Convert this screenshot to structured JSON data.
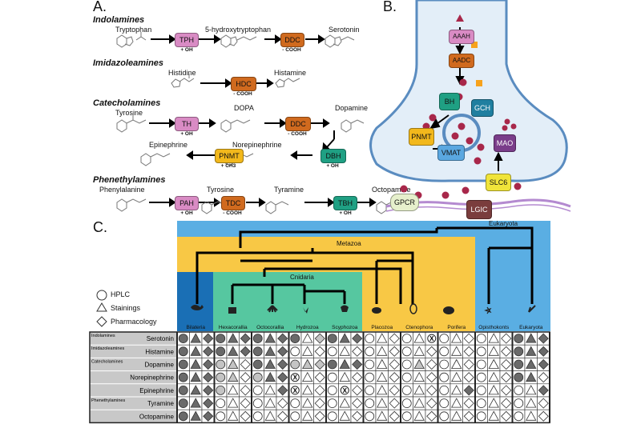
{
  "panel_labels": {
    "a": "A.",
    "b": "B.",
    "c": "C."
  },
  "panel_a": {
    "sections": {
      "indolamines": "Indolamines",
      "imidazoleamines": "Imidazoleamines",
      "catecholamines": "Catecholamines",
      "phenethylamines": "Phenethylamines"
    },
    "molecules": {
      "tryptophan": "Tryptophan",
      "hydroxytryptophan": "5-hydroxytryptophan",
      "serotonin": "Serotonin",
      "histidine": "Histidine",
      "histamine": "Histamine",
      "tyrosine": "Tyrosine",
      "dopa": "DOPA",
      "dopamine": "Dopamine",
      "norepinephrine": "Norepinephrine",
      "epinephrine": "Epinephrine",
      "phenylalanine": "Phenylalanine",
      "tyrosine2": "Tyrosine",
      "tyramine": "Tyramine",
      "octopamine": "Octopamine"
    },
    "enzymes": {
      "tph": "TPH",
      "ddc1": "DDC",
      "hdc": "HDC",
      "th": "TH",
      "ddc2": "DDC",
      "dbh": "DBH",
      "pnmt": "PNMT",
      "pah": "PAH",
      "tdc": "TDC",
      "tbh": "TBH"
    },
    "cofactors": {
      "tph": "+ OH",
      "ddc1": "- COOH",
      "hdc": "- COOH",
      "th": "+ OH",
      "ddc2": "- COOH",
      "dbh": "+ OH",
      "pnmt": "+ CH3",
      "pah": "+ OH",
      "tdc": "- COOH",
      "tbh": "+ OH"
    },
    "colors": {
      "pink": "#d98bc4",
      "orange": "#d06a1e",
      "green": "#1fa083",
      "yellow": "#f2b81c",
      "purple": "#a15ca8"
    }
  },
  "panel_b": {
    "labels": {
      "aaah": "AAAH",
      "aadc": "AADC",
      "bh": "BH",
      "gch": "GCH",
      "pnmt": "PNMT",
      "vmat": "VMAT",
      "mao": "MAO",
      "slc6": "SLC6",
      "gpcr": "GPCR",
      "lgic": "LGIC"
    }
  },
  "panel_c": {
    "legend": {
      "hplc": "HPLC",
      "stainings": "Stainings",
      "pharmacology": "Pharmacology"
    },
    "clades": {
      "eukaryota": "Eukaryota",
      "metazoa": "Metazoa",
      "cnidaria": "Cnidaria"
    },
    "taxa": [
      "Bilateria",
      "Hexacorallia",
      "Octocorallia",
      "Hydrozoa",
      "Scyphozoa",
      "Placozoa",
      "Ctenophora",
      "Porifera",
      "Opisthokonts",
      "Eukaryota"
    ],
    "groups": [
      "Indolamines",
      "Imidazoleamines",
      "Catecholamines",
      "",
      "",
      "Phenethylamines",
      ""
    ],
    "rows": [
      "Serotonin",
      "Histamine",
      "Dopamine",
      "Norepinephrine",
      "Epinephrine",
      "Tyramine",
      "Octopamine"
    ],
    "colors": {
      "outer_bg": "#5aaee3",
      "metazoa_bg": "#f8c845",
      "cnidaria_bg": "#56c7a0",
      "bilateria_bg": "#1a6fb5",
      "row_label_bg": "#c8c8c8",
      "dark": "#6a6a6a",
      "light": "#c4c4c4",
      "white": "#ffffff"
    },
    "cells": [
      [
        "ddd",
        "ddd",
        "ddd",
        "dwl",
        "ddd",
        "www",
        "wwX",
        "www",
        "www",
        "ddd"
      ],
      [
        "ddd",
        "ddd",
        "ddd",
        "www",
        "www",
        "www",
        "www",
        "www",
        "www",
        "ddd"
      ],
      [
        "ddd",
        "llw",
        "ddd",
        "lll",
        "ddd",
        "www",
        "wlw",
        "www",
        "www",
        "ddd"
      ],
      [
        "ddd",
        "llw",
        "ldd",
        "Xww",
        "www",
        "www",
        "www",
        "www",
        "www",
        "ddw"
      ],
      [
        "ddd",
        "lww",
        "wwd",
        "Xww",
        "wXw",
        "www",
        "www",
        "wwd",
        "www",
        "wwd"
      ],
      [
        "ddd",
        "www",
        "www",
        "www",
        "www",
        "www",
        "www",
        "www",
        "www",
        "www"
      ],
      [
        "ddd",
        "www",
        "www",
        "www",
        "www",
        "www",
        "www",
        "www",
        "www",
        "www"
      ]
    ]
  }
}
